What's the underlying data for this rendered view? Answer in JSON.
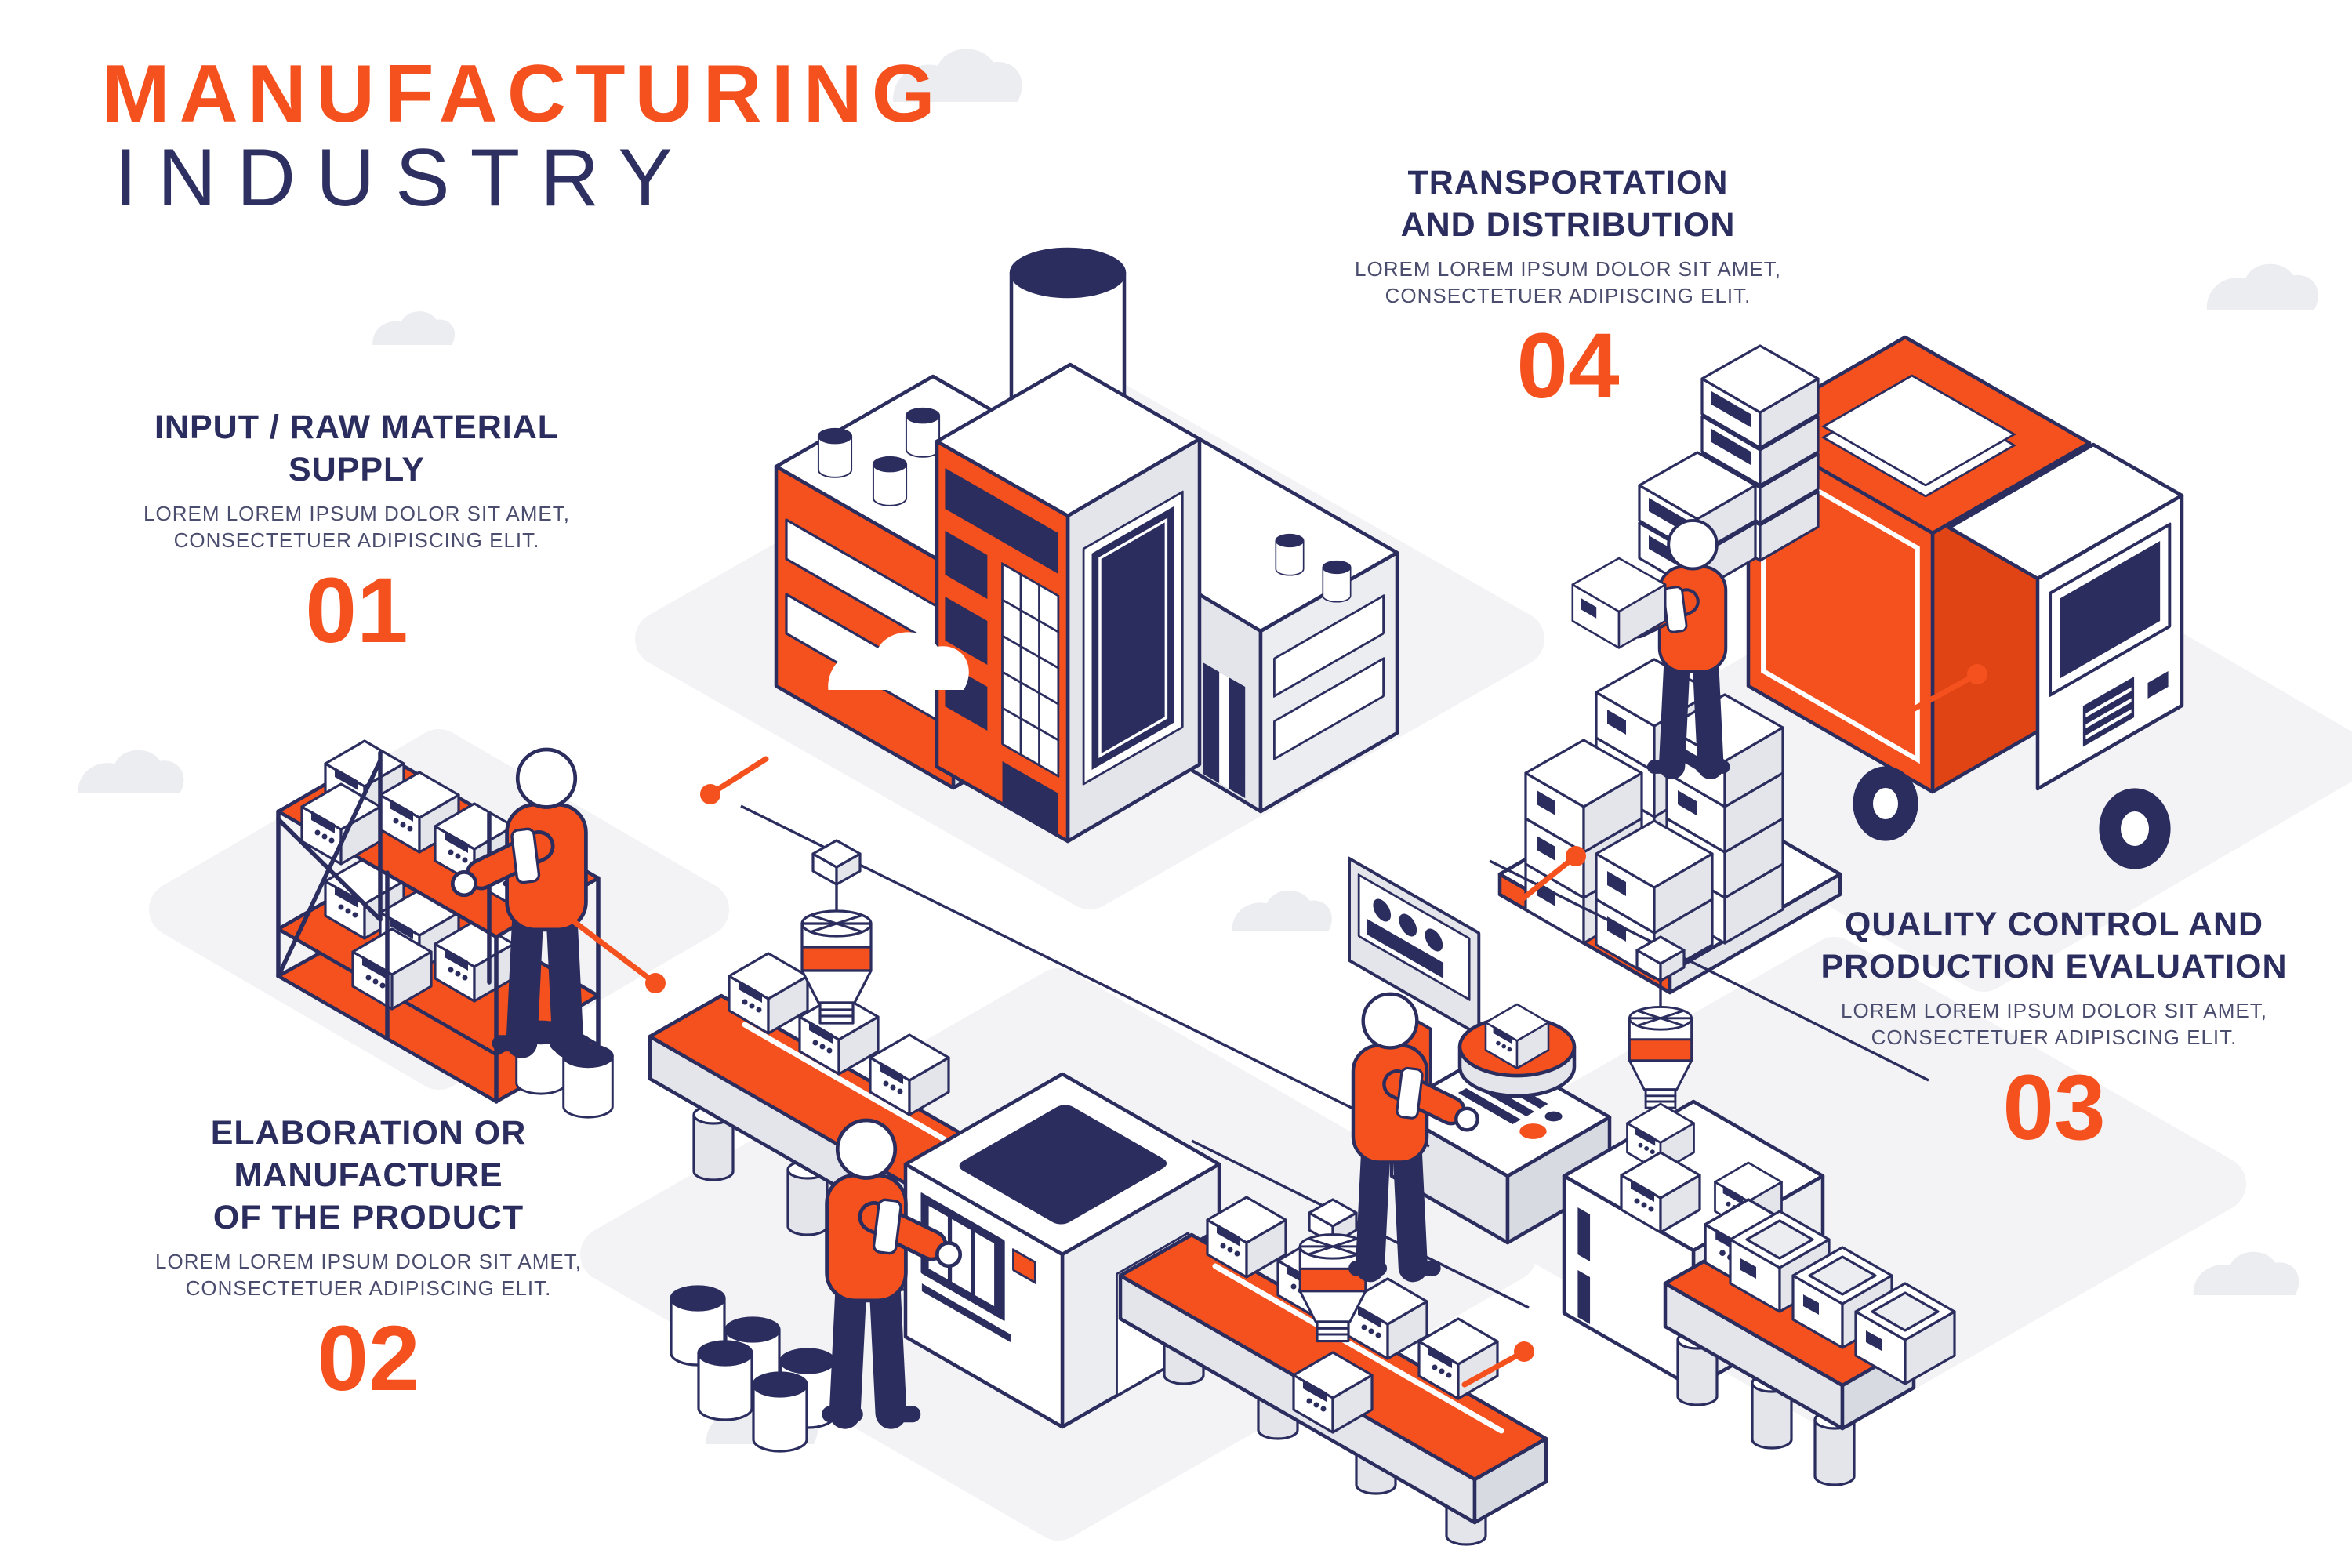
{
  "header": {
    "title_line1": "MANUFACTURING",
    "title_line2": "INDUSTRY"
  },
  "steps": [
    {
      "number": "01",
      "title": "INPUT / RAW MATERIAL SUPPLY",
      "title_lines": [
        "INPUT / RAW MATERIAL",
        "SUPPLY"
      ],
      "description": [
        "LOREM LOREM IPSUM DOLOR SIT AMET,",
        "CONSECTETUER ADIPISCING ELIT."
      ]
    },
    {
      "number": "02",
      "title": "ELABORATION OR MANUFACTURE OF THE PRODUCT",
      "title_lines": [
        "ELABORATION OR",
        "MANUFACTURE",
        "OF THE PRODUCT"
      ],
      "description": [
        "LOREM LOREM IPSUM DOLOR SIT AMET,",
        "CONSECTETUER ADIPISCING ELIT."
      ]
    },
    {
      "number": "03",
      "title": "QUALITY CONTROL AND PRODUCTION EVALUATION",
      "title_lines": [
        "QUALITY CONTROL AND",
        "PRODUCTION EVALUATION"
      ],
      "description": [
        "LOREM LOREM IPSUM DOLOR SIT AMET,",
        "CONSECTETUER ADIPISCING ELIT."
      ]
    },
    {
      "number": "04",
      "title": "TRANSPORTATION AND DISTRIBUTION",
      "title_lines": [
        "TRANSPORTATION",
        "AND DISTRIBUTION"
      ],
      "description": [
        "LOREM LOREM IPSUM DOLOR SIT AMET,",
        "CONSECTETUER ADIPISCING ELIT."
      ]
    }
  ],
  "colors": {
    "accent": "#F4511E",
    "navy": "#2B2D5E",
    "muted": "#4B4D6E",
    "light_gray": "#E4E5EA",
    "ground": "#F3F3F6"
  }
}
